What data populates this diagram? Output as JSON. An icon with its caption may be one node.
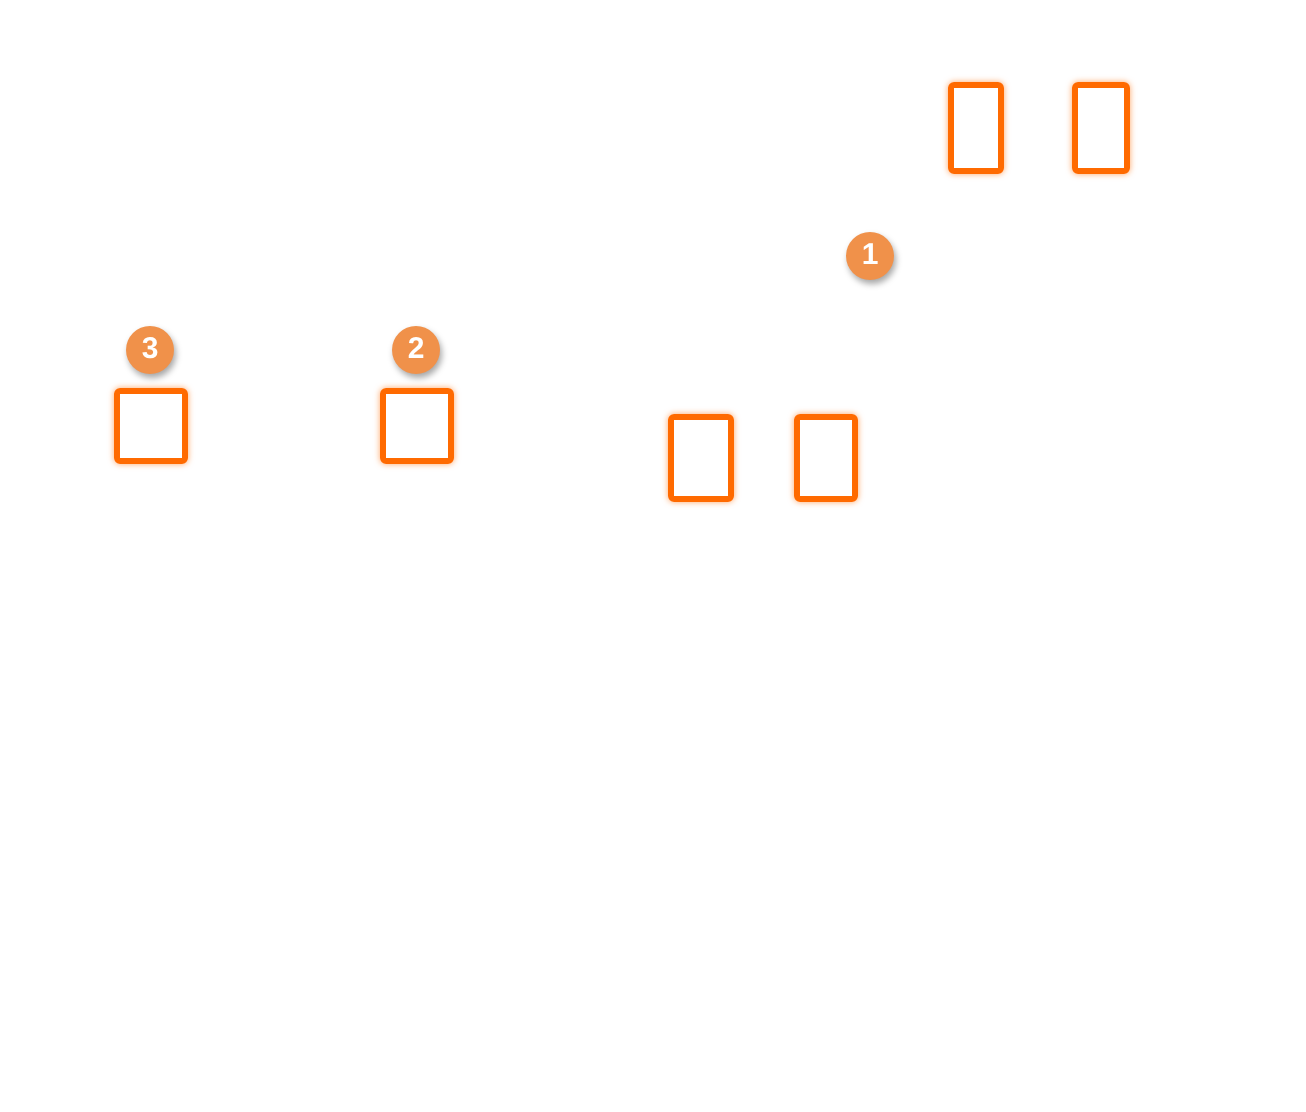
{
  "diagram": {
    "nodes": [
      {
        "text": [],
        "shape": "box"
      },
      {
        "text": [],
        "shape": "box"
      },
      {
        "text": [
          "1"
        ]
      },
      {
        "text": [
          "3"
        ]
      },
      {
        "text": [
          "2"
        ]
      },
      {
        "text": [],
        "shape": "box"
      },
      {
        "text": [],
        "shape": "box"
      },
      {
        "text": [],
        "shape": "box"
      },
      {
        "text": [],
        "shape": "box"
      }
    ]
  }
}
